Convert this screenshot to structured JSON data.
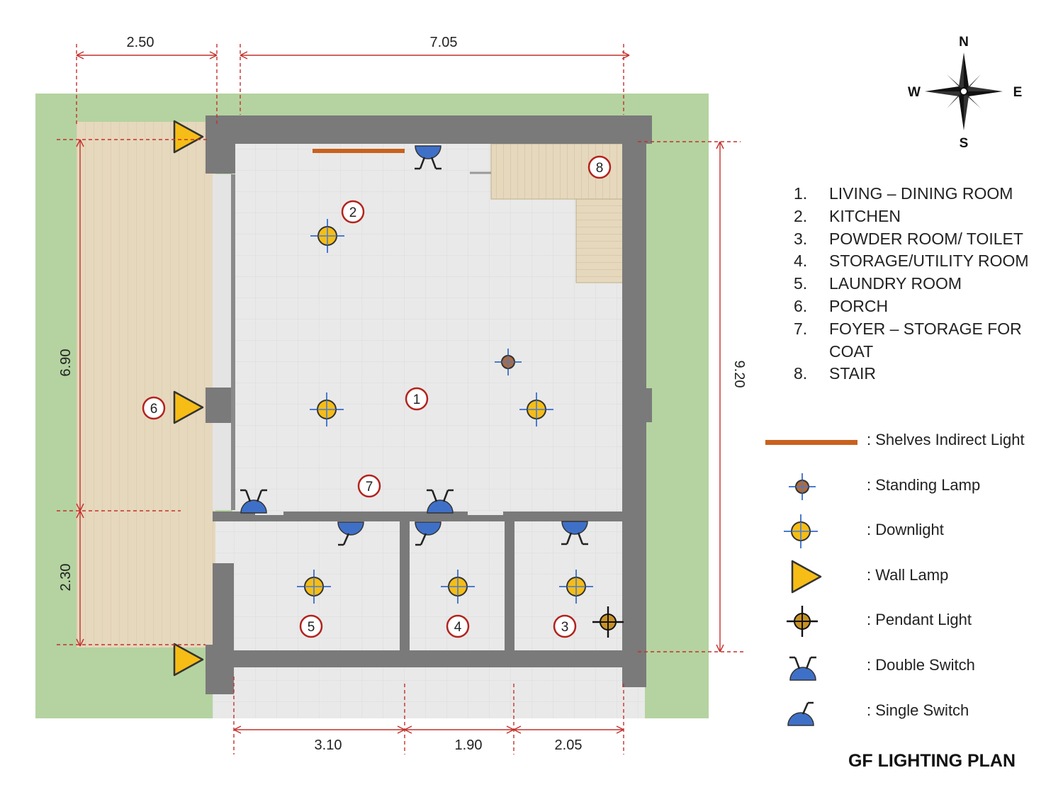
{
  "title": "GF LIGHTING PLAN",
  "compass": {
    "n": "N",
    "s": "S",
    "e": "E",
    "w": "W"
  },
  "dimensions": {
    "top_left": "2.50",
    "top_right": "7.05",
    "left_upper": "6.90",
    "left_lower": "2.30",
    "right": "9.20",
    "bottom_1": "3.10",
    "bottom_2": "1.90",
    "bottom_3": "2.05"
  },
  "room_markers": [
    "1",
    "2",
    "3",
    "4",
    "5",
    "6",
    "7",
    "8"
  ],
  "rooms": [
    {
      "num": "1.",
      "label": "LIVING – DINING ROOM"
    },
    {
      "num": "2.",
      "label": "KITCHEN"
    },
    {
      "num": "3.",
      "label": "POWDER ROOM/ TOILET"
    },
    {
      "num": "4.",
      "label": "STORAGE/UTILITY ROOM"
    },
    {
      "num": "5.",
      "label": "LAUNDRY ROOM"
    },
    {
      "num": "6.",
      "label": "PORCH"
    },
    {
      "num": "7.",
      "label": "FOYER – STORAGE FOR COAT"
    },
    {
      "num": "8.",
      "label": "STAIR"
    }
  ],
  "legend": [
    {
      "label": ": Shelves Indirect Light",
      "icon": "shelves-indirect-light-icon"
    },
    {
      "label": ": Standing Lamp",
      "icon": "standing-lamp-icon"
    },
    {
      "label": ": Downlight",
      "icon": "downlight-icon"
    },
    {
      "label": ": Wall Lamp",
      "icon": "wall-lamp-icon"
    },
    {
      "label": ": Pendant Light",
      "icon": "pendant-light-icon"
    },
    {
      "label": ": Double Switch",
      "icon": "double-switch-icon"
    },
    {
      "label": ": Single Switch",
      "icon": "single-switch-icon"
    }
  ],
  "colors": {
    "grass": "#b4d3a0",
    "deck": "#e6d8bd",
    "floor": "#e9e9e9",
    "wall": "#7a7a7a",
    "dimension": "#c4302b",
    "shelf_light": "#c9611e",
    "lamp_yellow": "#f6bd16",
    "lamp_brown": "#b06a3a",
    "switch_blue": "#3f70c8",
    "cross_blue": "#4a7bd0"
  }
}
